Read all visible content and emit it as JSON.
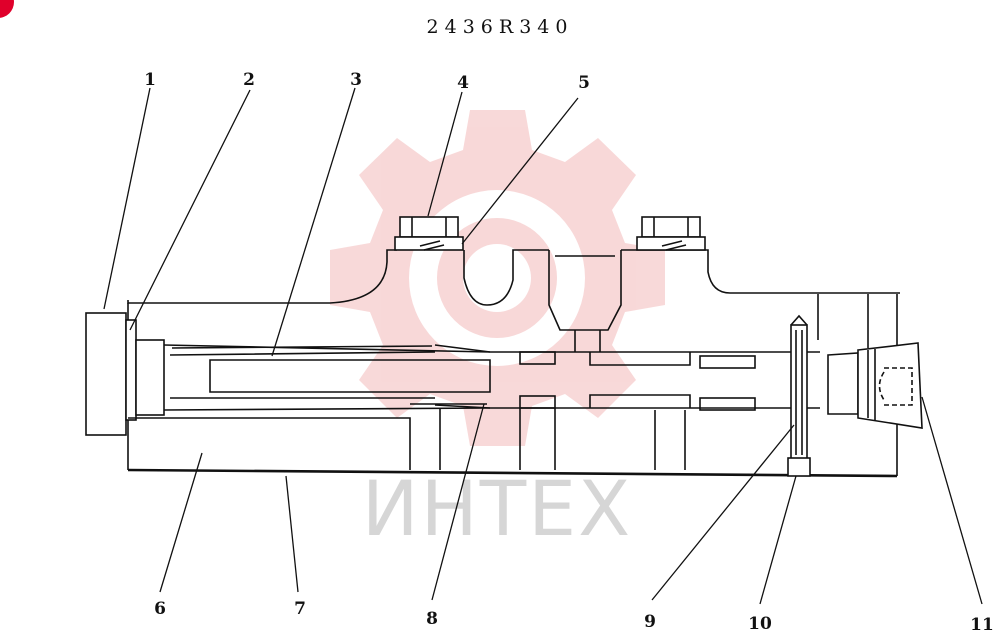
{
  "title": "2436R340",
  "watermark": {
    "text": "ИНТЕХ",
    "gear_color": "#f3b9b9",
    "text_color": "#d6d6d6"
  },
  "corner_mark_color": "#e0002b",
  "callouts": {
    "c1": "1",
    "c2": "2",
    "c3": "3",
    "c4": "4",
    "c5": "5",
    "c6": "6",
    "c7": "7",
    "c8": "8",
    "c9": "9",
    "c10": "10",
    "c11": "11"
  }
}
